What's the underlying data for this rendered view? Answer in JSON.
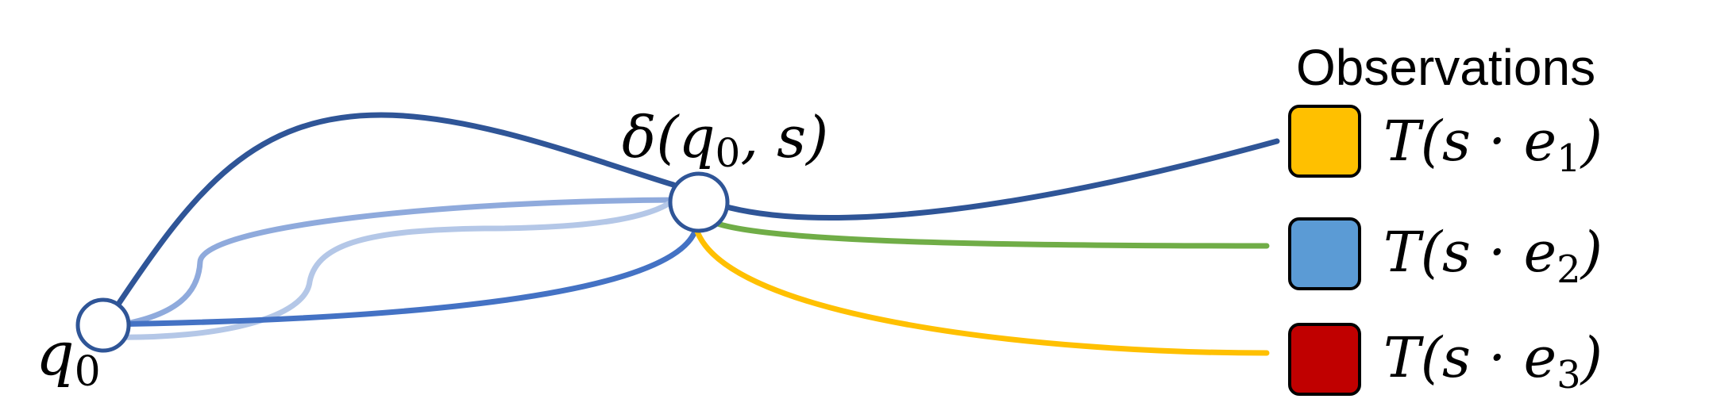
{
  "diagram": {
    "legend_title": "Observations",
    "initial_state": {
      "label": "q",
      "subscript": "0"
    },
    "reached_state": {
      "label": "δ(q",
      "subscript": "0",
      "suffix": ", s)"
    },
    "observations": [
      {
        "prefix": "T(s · e",
        "subscript": "1",
        "suffix": ")",
        "color": "#FFC000"
      },
      {
        "prefix": "T(s · e",
        "subscript": "2",
        "suffix": ")",
        "color": "#5B9BD5"
      },
      {
        "prefix": "T(s · e",
        "subscript": "3",
        "suffix": ")",
        "color": "#C00000"
      }
    ],
    "colors": {
      "path_dark_blue": "#2F5597",
      "path_medium_blue": "#4472C4",
      "path_light_blue": "#8FAADC",
      "path_lighter_blue": "#B4C7E7",
      "edge_green": "#70AD47",
      "edge_gold": "#FFC000",
      "node_stroke": "#2F5597"
    }
  }
}
